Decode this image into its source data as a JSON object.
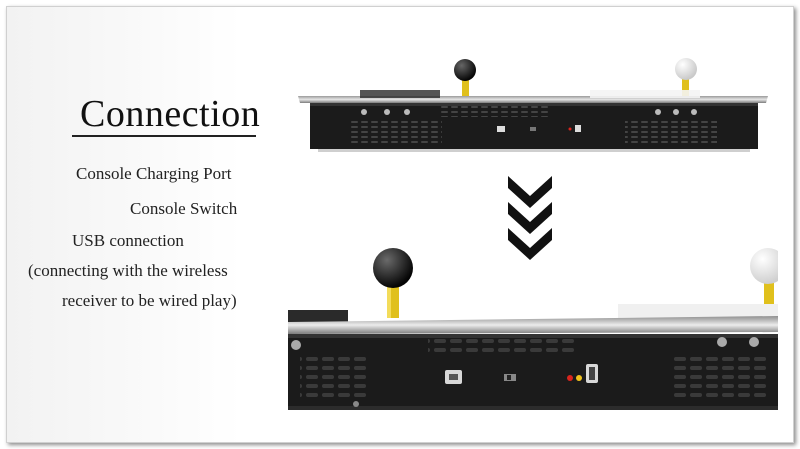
{
  "heading": {
    "title": "Connection"
  },
  "labels": {
    "charging_port": "Console Charging Port",
    "console_switch": "Console Switch",
    "usb_connection": "USB connection",
    "note_line1": "(connecting with the wireless",
    "note_line2": "receiver to be wired play)"
  },
  "colors": {
    "console_body": "#1b1b1b",
    "joystick_shaft": "#e0c01c",
    "led_red": "#d9251d",
    "led_yellow": "#f2c31c",
    "arrow": "#111111"
  }
}
